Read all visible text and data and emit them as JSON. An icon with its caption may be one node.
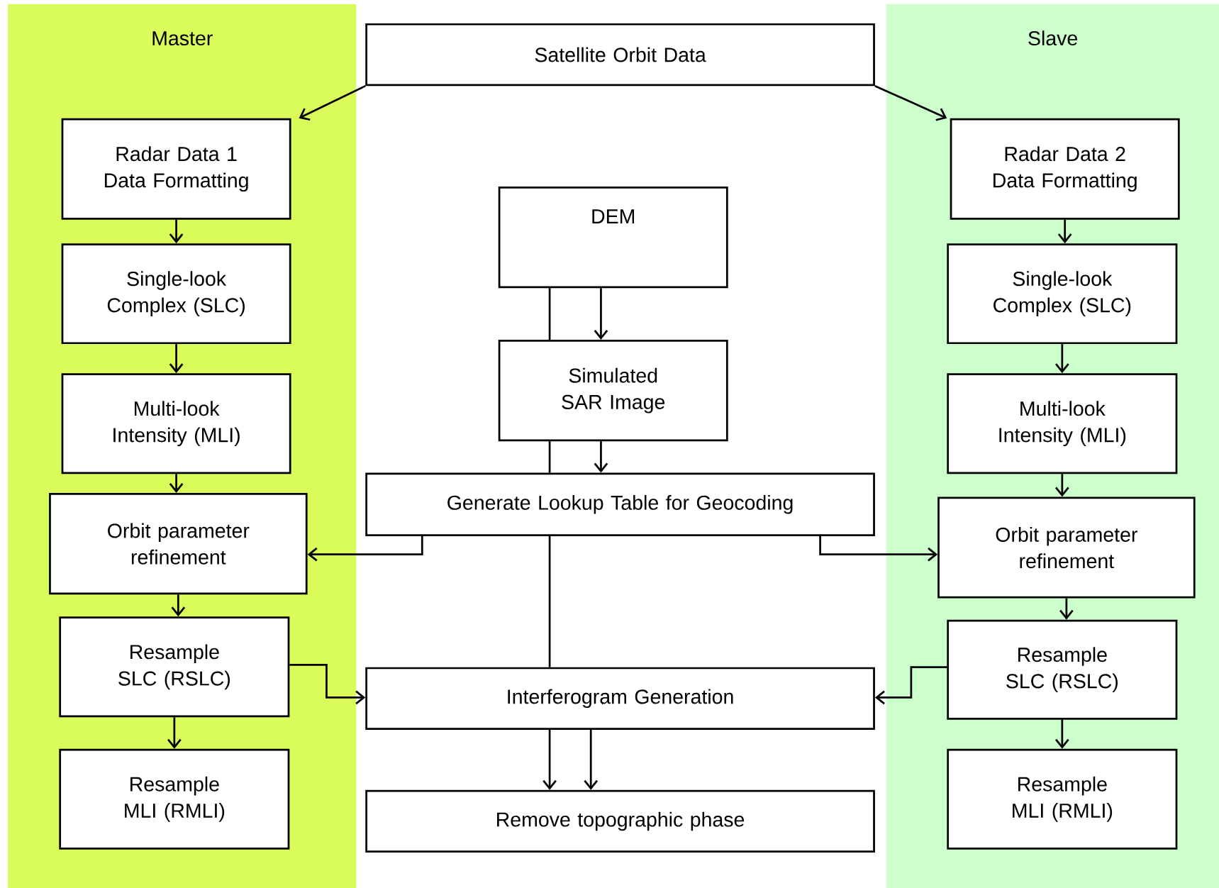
{
  "diagram": {
    "nodes": [
      {
        "text": [
          "Master"
        ]
      },
      {
        "text": [
          "Slave"
        ]
      },
      {
        "text": [
          "Satellite Orbit Data"
        ]
      },
      {
        "text": [
          "Radar Data 1",
          "Data Formatting"
        ],
        "in": 0
      },
      {
        "text": [
          "Single-look Complex (SLC)"
        ],
        "in": 0
      },
      {
        "text": [
          "Multi-look Intensity (MLI)"
        ],
        "in": 0
      },
      {
        "text": [
          "Orbit parameter refinement"
        ],
        "in": 0
      },
      {
        "text": [
          "Resample SLC (RSLC)"
        ],
        "in": 0
      },
      {
        "text": [
          "Resample MLI (RMLI)"
        ],
        "in": 0
      },
      {
        "text": [
          "Radar Data 2",
          "Data Formatting"
        ],
        "in": 1
      },
      {
        "text": [
          "Single-look Complex (SLC)"
        ],
        "in": 1
      },
      {
        "text": [
          "Multi-look Intensity (MLI)"
        ],
        "in": 1
      },
      {
        "text": [
          "Orbit parameter refinement"
        ],
        "in": 1
      },
      {
        "text": [
          "Resample SLC (RSLC)"
        ],
        "in": 1
      },
      {
        "text": [
          "Resample MLI (RMLI)"
        ],
        "in": 1
      },
      {
        "text": [
          "DEM"
        ]
      },
      {
        "text": [
          "Simulated SAR Image"
        ]
      },
      {
        "text": [
          "Generate Lookup Table for Geocoding"
        ]
      },
      {
        "text": [
          "Interferogram Generation"
        ]
      },
      {
        "text": [
          "Remove topographic phase"
        ]
      }
    ],
    "edges": [
      {
        "from": 2,
        "to": 3,
        "arrow": "to"
      },
      {
        "from": 2,
        "to": 9,
        "arrow": "to"
      },
      {
        "from": 3,
        "to": 4,
        "arrow": "to"
      },
      {
        "from": 4,
        "to": 5,
        "arrow": "to"
      },
      {
        "from": 5,
        "to": 6,
        "arrow": "to"
      },
      {
        "from": 6,
        "to": 7,
        "arrow": "to"
      },
      {
        "from": 7,
        "to": 8,
        "arrow": "to"
      },
      {
        "from": 9,
        "to": 10,
        "arrow": "to"
      },
      {
        "from": 10,
        "to": 11,
        "arrow": "to"
      },
      {
        "from": 11,
        "to": 12,
        "arrow": "to"
      },
      {
        "from": 12,
        "to": 13,
        "arrow": "to"
      },
      {
        "from": 13,
        "to": 14,
        "arrow": "to"
      },
      {
        "from": 15,
        "to": 16,
        "arrow": "to"
      },
      {
        "from": 16,
        "to": 17,
        "arrow": "to"
      },
      {
        "from": 15,
        "to": 16,
        "arrow": "none"
      },
      {
        "from": 16,
        "to": 17,
        "arrow": "none"
      },
      {
        "from": 17,
        "to": 18,
        "arrow": "none"
      },
      {
        "from": 17,
        "to": 6,
        "arrow": "to"
      },
      {
        "from": 17,
        "to": 12,
        "arrow": "to"
      },
      {
        "from": 7,
        "to": 18,
        "arrow": "to"
      },
      {
        "from": 13,
        "to": 18,
        "arrow": "to"
      },
      {
        "from": 18,
        "to": 19,
        "arrow": "to"
      },
      {
        "from": 18,
        "to": 19,
        "arrow": "to"
      }
    ]
  }
}
